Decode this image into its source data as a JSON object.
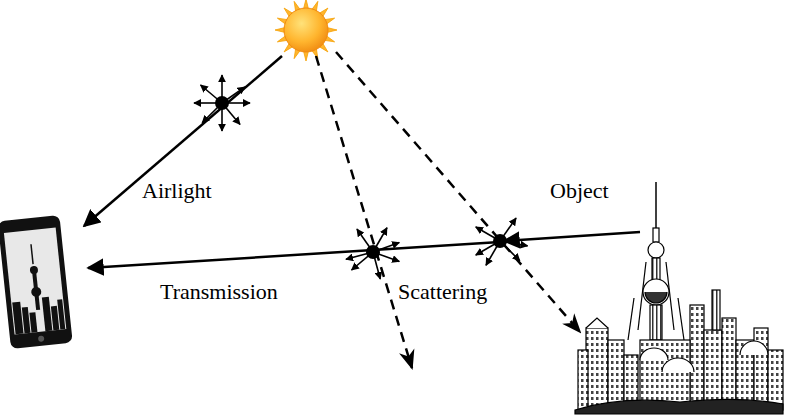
{
  "diagram": {
    "labels": [
      "Airlight",
      "Object",
      "Transmission",
      "Scattering"
    ]
  }
}
